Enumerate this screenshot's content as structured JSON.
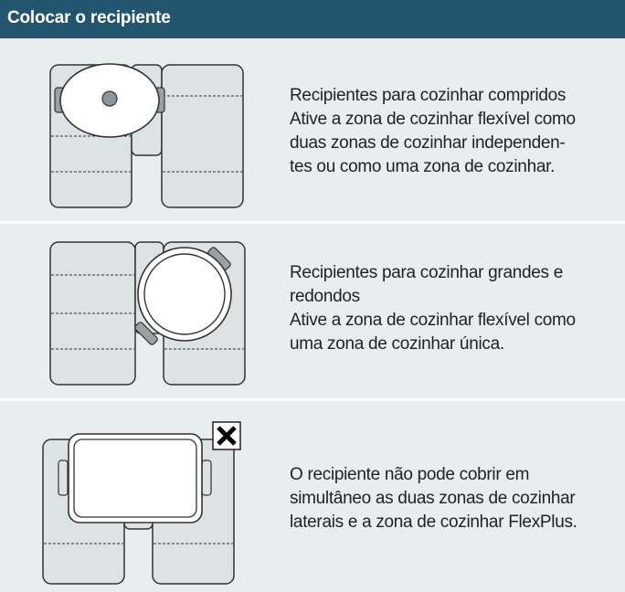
{
  "header": {
    "title": "Colocar o recipiente"
  },
  "rows": [
    {
      "illustration": "elongated-pot-on-left-flex-zone",
      "lines": [
        "Recipientes para cozinhar compridos",
        "Ative a zona de cozinhar flexível como",
        "duas zonas de cozinhar independen-",
        "tes ou como uma zona de cozinhar."
      ]
    },
    {
      "illustration": "large-round-pot-on-right-flex-zone",
      "lines": [
        "Recipientes para cozinhar grandes e",
        "redondos",
        "Ative a zona de cozinhar flexível como",
        "uma zona de cozinhar única."
      ]
    },
    {
      "illustration": "rectangular-pan-covering-all-zones-not-allowed",
      "warning_icon": "x-mark-icon",
      "lines": [
        "O recipiente não pode cobrir em",
        "simultâneo as duas zonas de cozinhar",
        "laterais e a zona de cozinhar FlexPlus."
      ]
    }
  ]
}
